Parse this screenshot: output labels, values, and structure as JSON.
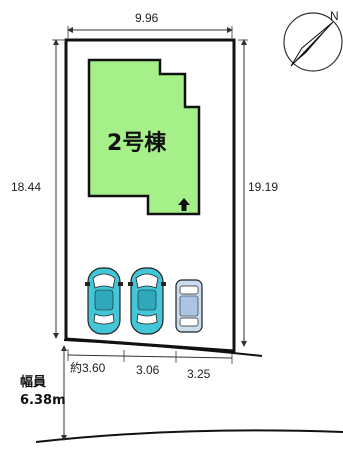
{
  "building": {
    "label": "2号棟",
    "fill": "#a6f08a"
  },
  "dimensions": {
    "top_width": "9.96",
    "left_depth": "18.44",
    "right_depth": "19.19",
    "frontage_1": "約3.60",
    "frontage_2": "3.06",
    "frontage_3": "3.25"
  },
  "road": {
    "label_line1": "幅員",
    "label_line2": "6.38m"
  },
  "entrance": {
    "icon": "up-arrow-icon"
  },
  "compass": {
    "label": "N",
    "icon": "north-arrow-icon"
  },
  "parking": [
    {
      "type": "car",
      "color": "#43c6d8"
    },
    {
      "type": "car",
      "color": "#43c6d8"
    },
    {
      "type": "car",
      "color": "#c9dcf0"
    }
  ]
}
